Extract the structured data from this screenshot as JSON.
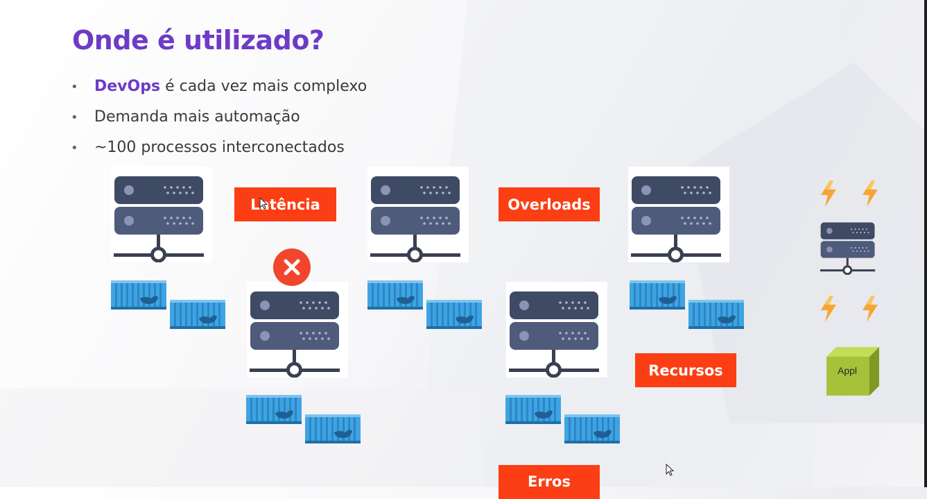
{
  "slide": {
    "title": "Onde é utilizado?",
    "bullets": [
      {
        "highlight": "DevOps",
        "text": " é cada vez mais complexo"
      },
      {
        "highlight": "",
        "text": "Demanda mais automação"
      },
      {
        "highlight": "",
        "text": "~100 processos interconectados"
      }
    ]
  },
  "tags": {
    "latencia": "Latência",
    "overloads": "Overloads",
    "recursos": "Recursos",
    "erros": "Erros"
  },
  "app_box": {
    "label": "Appl"
  },
  "colors": {
    "title": "#6e3bc6",
    "tag_background": "#fb3e14",
    "server_dark": "#3f4a64",
    "server_mid": "#4f5b7a",
    "container_blue": "#3ea4e3",
    "bolt": "#f7a531",
    "app_box": "#a6c23a",
    "error_icon": "#f1462d"
  },
  "icons": [
    "server-icon",
    "docker-containers-icon",
    "close-icon",
    "lightning-icon",
    "app-box-icon",
    "mouse-cursor-icon"
  ]
}
